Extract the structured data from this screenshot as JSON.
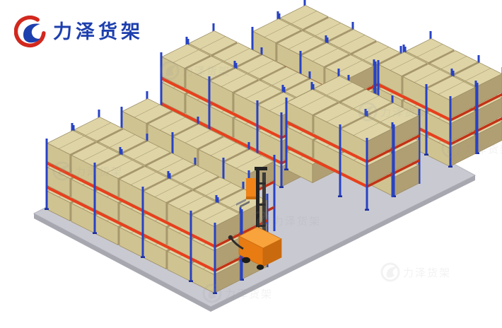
{
  "logo": {
    "text": "力泽货架"
  },
  "watermark": {
    "text": "力泽货架"
  },
  "scene": {
    "floor_label": "warehouse-floor",
    "equipment": [
      "pallet-racking",
      "carton-boxes",
      "pallet-stacker"
    ]
  },
  "colors": {
    "background": "#ffffff",
    "box_top": "#ded4a6",
    "box_front": "#cfc391",
    "box_side": "#b19f74",
    "box_line": "#9b8c62",
    "beam": "#e8401d",
    "beam_dark": "#c23316",
    "post": "#2742c4",
    "post_dark": "#1b2f9e",
    "floor": "#c9c9d1",
    "floor_edge": "#a7a7b0",
    "floor_line": "#b6b6bf",
    "forklift": "#f08418",
    "forklift_dark": "#c96a0e",
    "forklift_light": "#f8a33c",
    "mast": "#232323",
    "watermark": "#8e8e96",
    "logo_blue": "#1d3fae",
    "logo_red": "#d2281e"
  }
}
